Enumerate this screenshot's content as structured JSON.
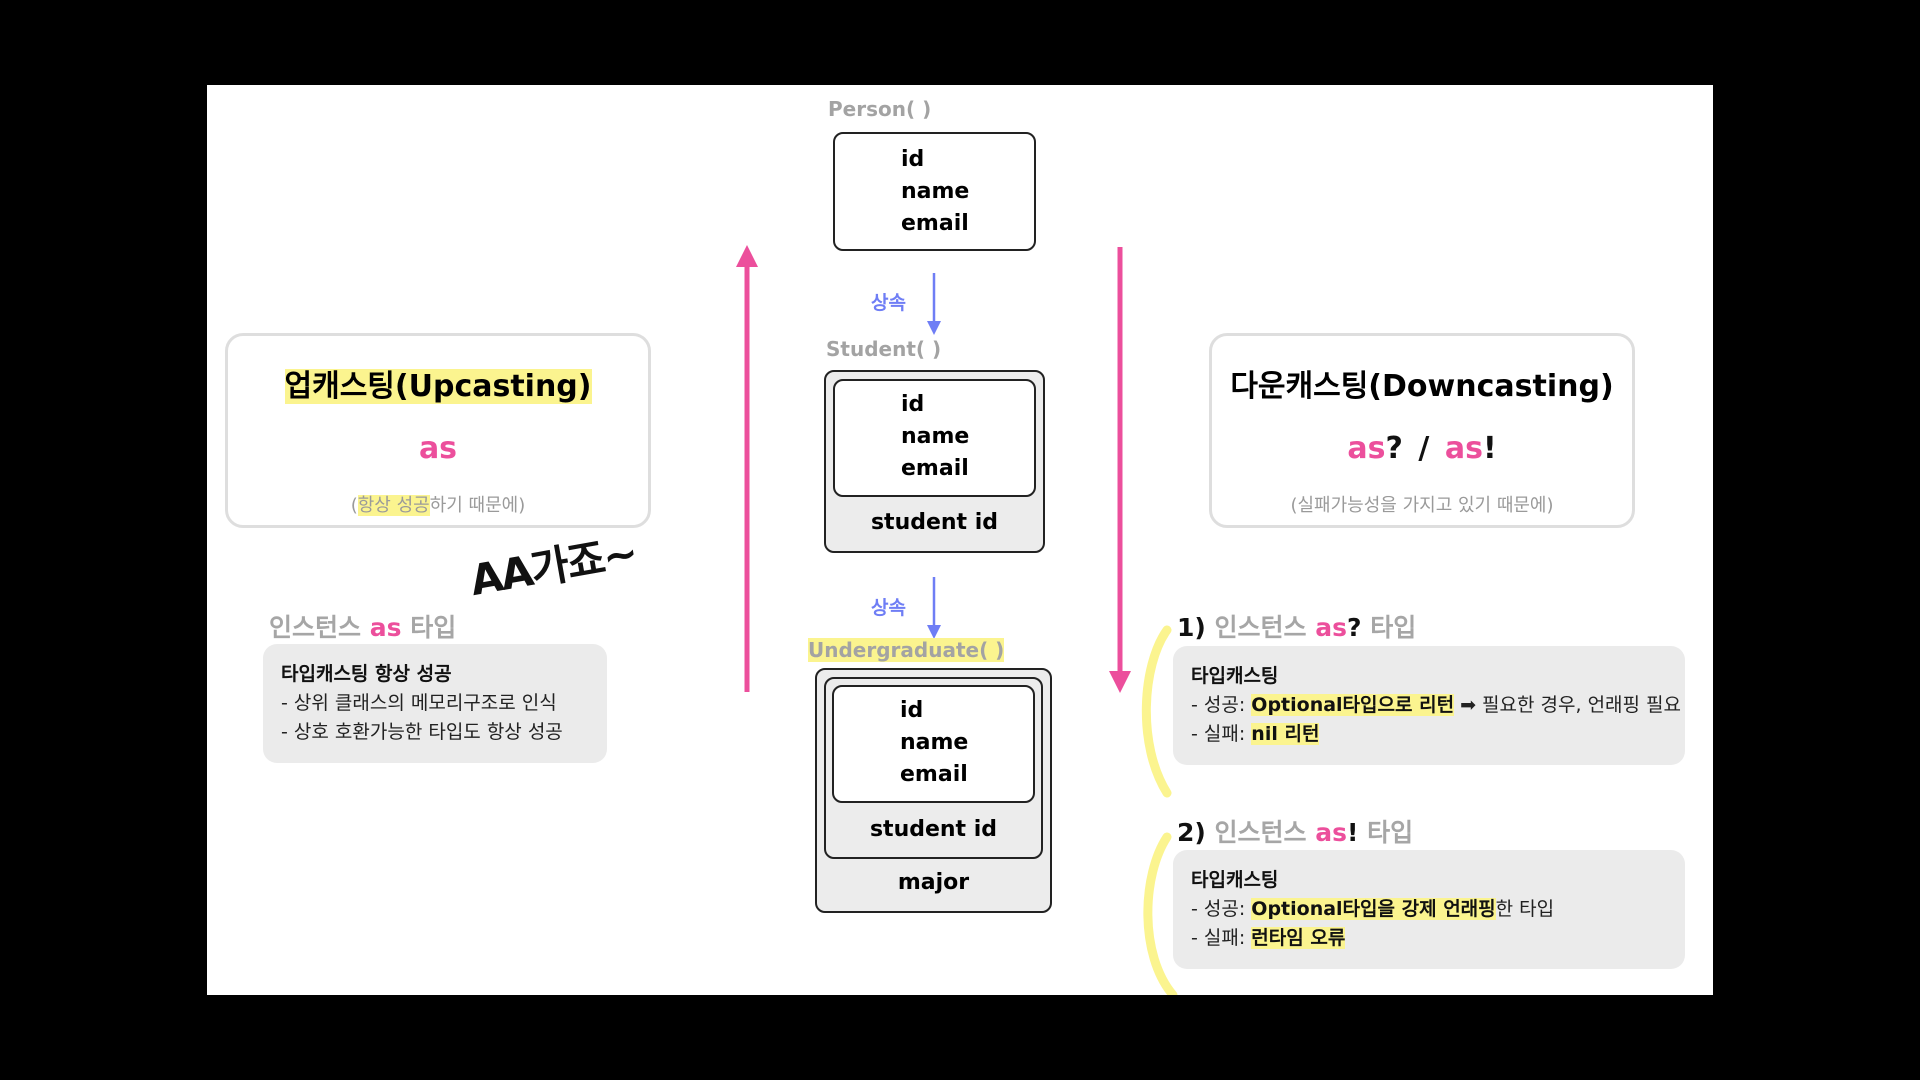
{
  "hierarchy": {
    "person": {
      "label": "Person( )",
      "fields": [
        "id",
        "name",
        "email"
      ]
    },
    "student": {
      "label": "Student( )",
      "inner_fields": [
        "id",
        "name",
        "email"
      ],
      "extra": "student id"
    },
    "undergraduate": {
      "label": "Undergraduate( )",
      "inner_fields": [
        "id",
        "name",
        "email"
      ],
      "middle": "student id",
      "extra": "major"
    },
    "inherit_label_1": "상속",
    "inherit_label_2": "상속"
  },
  "upcasting": {
    "title": "업캐스팅(Upcasting)",
    "operator": "as",
    "reason_open": "(",
    "reason_hl": "항상 성공",
    "reason_rest": "하기 때문에)",
    "handwriting": "AA가죠~",
    "section_h_pre": "인스턴스 ",
    "section_h_kw": "as",
    "section_h_post": " 타입",
    "note": {
      "head": "타입캐스팅 항상 성공",
      "line1": "- 상위 클래스의 메모리구조로 인식",
      "line2": "- 상호 호환가능한 타입도 항상 성공"
    }
  },
  "downcasting": {
    "title": "다운캐스팅(Downcasting)",
    "op1_kw": "as",
    "op1_mark": "?",
    "separator": "/",
    "op2_kw": "as",
    "op2_mark": "!",
    "reason": "(실패가능성을 가지고 있기 때문에)",
    "sec1": {
      "num": "1)",
      "pre": " 인스턴스 ",
      "kw": "as",
      "mark": "?",
      "post": " 타입",
      "head": "타입캐스팅",
      "l1_pre": "- 성공: ",
      "l1_hl": "Optional타입으로 리턴",
      "l1_post": " ➡ 필요한 경우, 언래핑 필요",
      "l2_pre": "- 실패: ",
      "l2_hl": "nil 리턴"
    },
    "sec2": {
      "num": "2)",
      "pre": " 인스턴스 ",
      "kw": "as",
      "mark": "!",
      "post": " 타입",
      "head": "타입캐스팅",
      "l1_pre": "- 성공: ",
      "l1_hl": "Optional타입을 강제 언래핑",
      "l1_post": "한 타입",
      "l2_pre": "- 실패: ",
      "l2_hl": "런타임 오류"
    }
  },
  "colors": {
    "accent_pink": "#ec4f9c",
    "inherit_blue": "#6f7ef5",
    "highlight_yellow": "#fbf48f",
    "label_gray": "#a3a3a3"
  }
}
